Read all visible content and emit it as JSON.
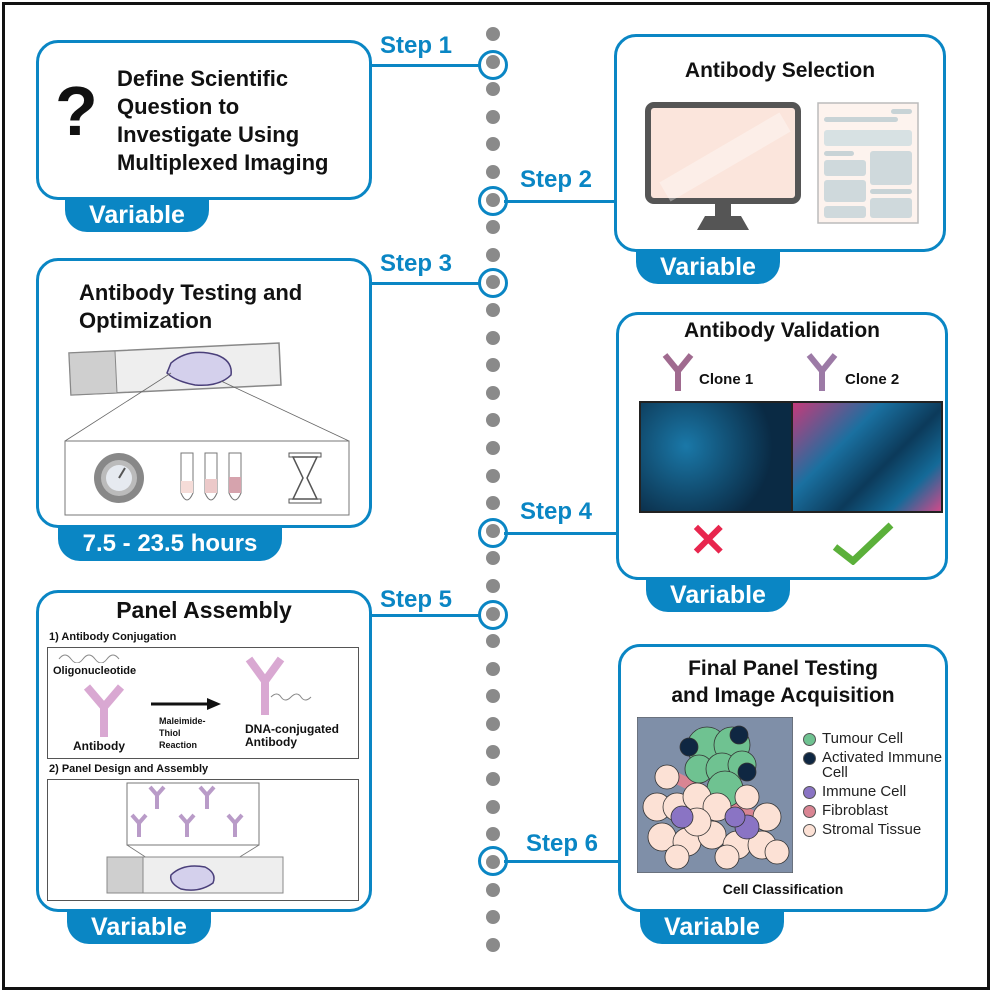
{
  "steps": [
    {
      "label": "Step 1",
      "title_lines": [
        "Define Scientific",
        "Question to",
        "Investigate Using",
        "Multiplexed Imaging"
      ],
      "duration": "Variable",
      "icon": "question-mark-icon"
    },
    {
      "label": "Step 2",
      "title": "Antibody Selection",
      "duration": "Variable"
    },
    {
      "label": "Step 3",
      "title_lines": [
        "Antibody Testing and",
        "Optimization"
      ],
      "duration": "7.5 - 23.5 hours"
    },
    {
      "label": "Step 4",
      "title": "Antibody Validation",
      "clone1": "Clone 1",
      "clone2": "Clone 2",
      "duration": "Variable"
    },
    {
      "label": "Step 5",
      "title": "Panel Assembly",
      "sub1": "1) Antibody Conjugation",
      "oligo": "Oligonucleotide",
      "antibody": "Antibody",
      "reaction_lines": [
        "Maleimide-",
        "Thiol",
        "Reaction"
      ],
      "product_lines": [
        "DNA-conjugated",
        "Antibody"
      ],
      "sub2": "2) Panel Design and Assembly",
      "duration": "Variable"
    },
    {
      "label": "Step 6",
      "title_lines": [
        "Final Panel Testing",
        "and Image Acquisition"
      ],
      "caption": "Cell Classification",
      "duration": "Variable",
      "legend": [
        {
          "label": "Tumour Cell",
          "color": "#6fc291"
        },
        {
          "label": "Activated Immune Cell",
          "color": "#0f2742"
        },
        {
          "label": "Immune Cell",
          "color": "#8a74c4"
        },
        {
          "label": "Fibroblast",
          "color": "#d98593"
        },
        {
          "label": "Stromal Tissue",
          "color": "#fce1d5"
        }
      ]
    }
  ],
  "question_mark": "?",
  "colors": {
    "accent": "#0a86c4",
    "dot": "#8a8a8a"
  }
}
